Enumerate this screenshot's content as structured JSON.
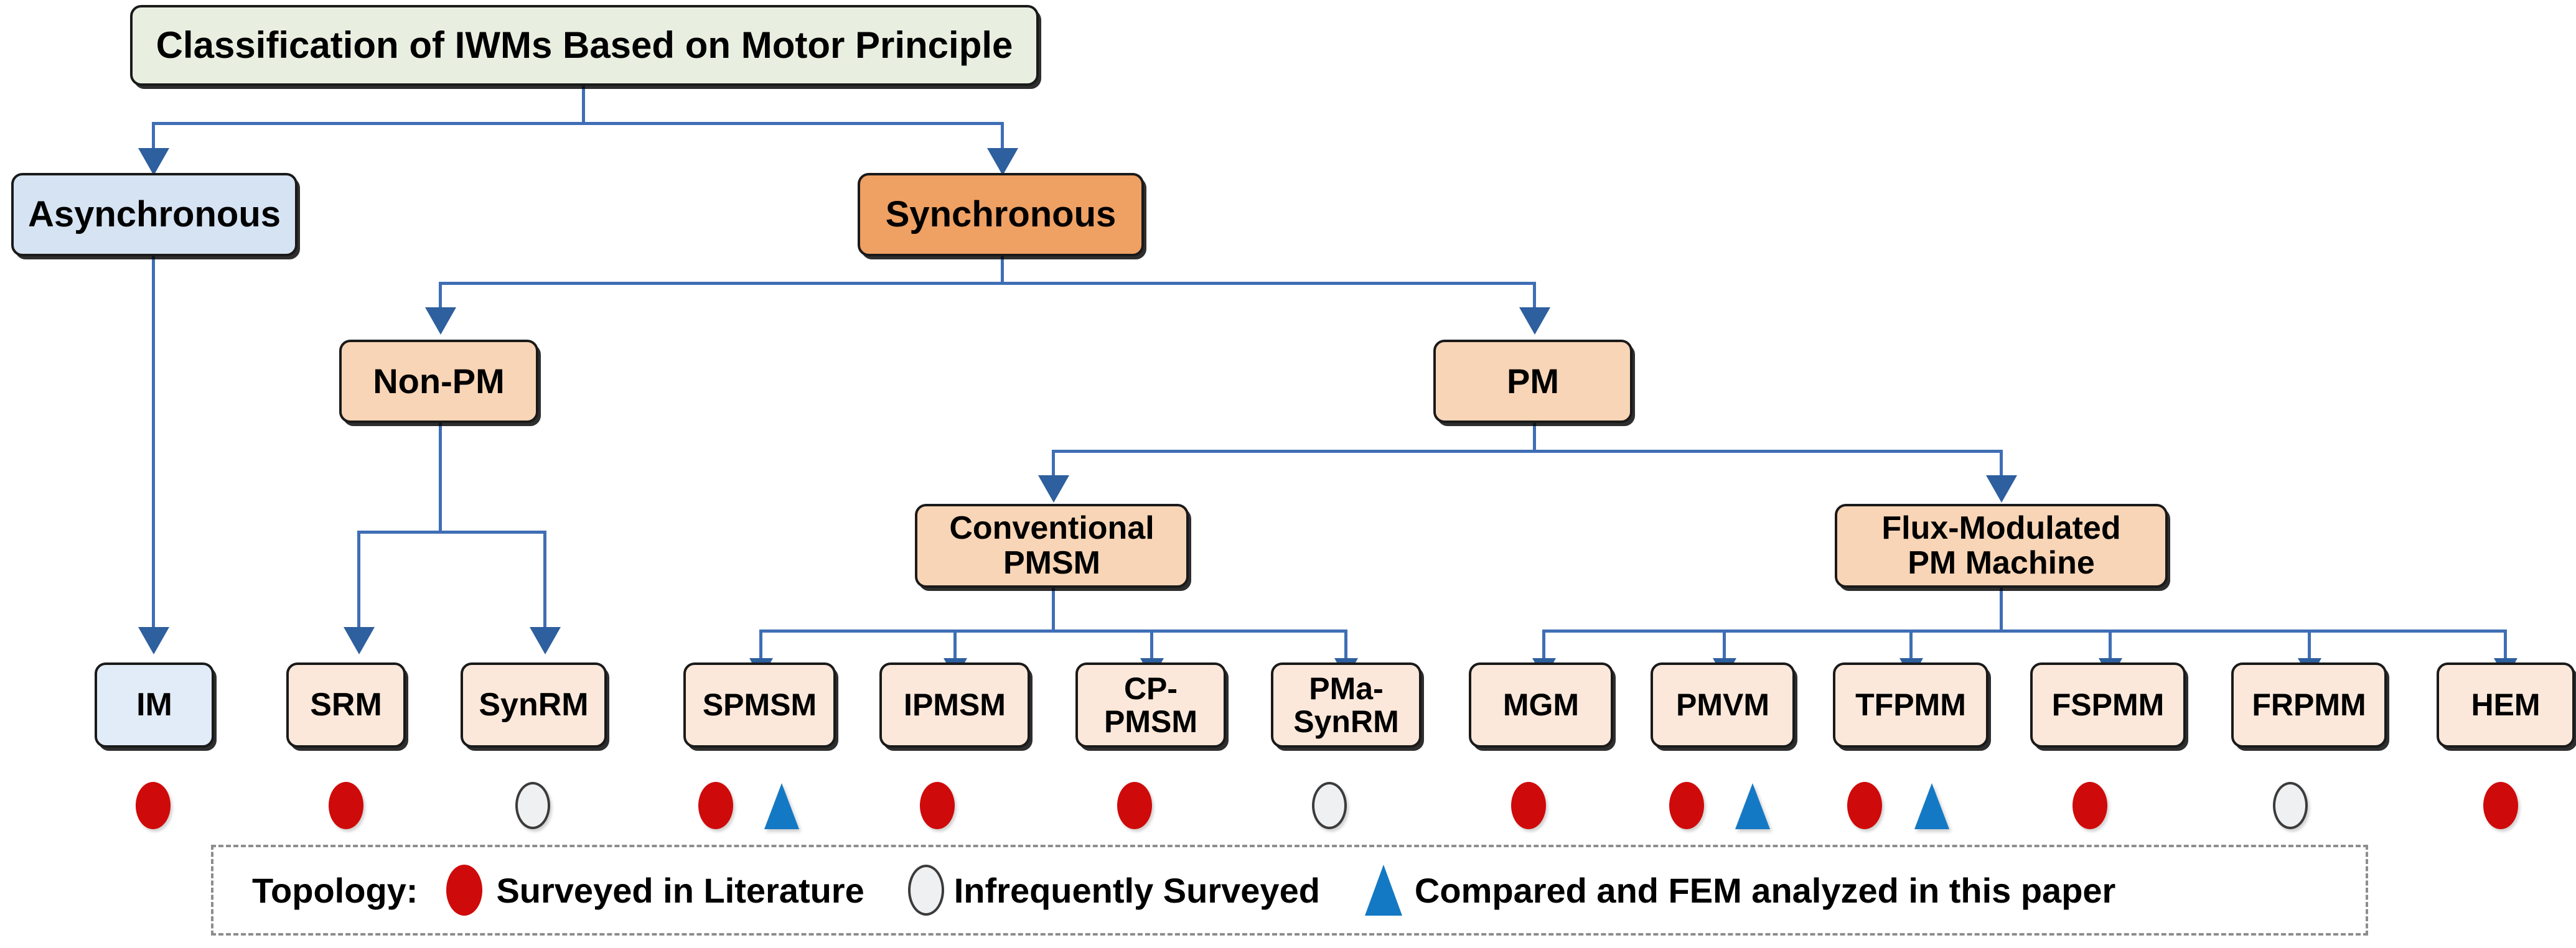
{
  "diagram": {
    "title": "Classification of IWMs Based on Motor Principle",
    "colors": {
      "title_fill": "#e8efe0",
      "asynchronous_fill": "#d5e3f3",
      "synchronous_fill": "#efa063",
      "branch_fill": "#f8d5b6",
      "leaf_fill": "#fbe8da",
      "leaf_blue_fill": "#e2ecf8",
      "connector": "#3f6eb5",
      "arrow": "#2e5f9e",
      "marker_red": "#cf0a0a",
      "marker_open": "#eff0f1",
      "marker_triangle": "#1479c4",
      "legend_border": "#8d8d8d"
    },
    "root": {
      "label": "Classification of IWMs Based on Motor Principle"
    },
    "level1": [
      {
        "label": "Asynchronous"
      },
      {
        "label": "Synchronous"
      }
    ],
    "level2": [
      {
        "label": "Non-PM"
      },
      {
        "label": "PM"
      }
    ],
    "level3": [
      {
        "label": "Conventional\nPMSM",
        "line1": "Conventional",
        "line2": "PMSM"
      },
      {
        "label": "Flux-Modulated\nPM Machine",
        "line1": "Flux-Modulated",
        "line2": "PM Machine"
      }
    ],
    "leaves": [
      {
        "label": "IM",
        "line1": "IM",
        "line2": "",
        "markers": [
          "red"
        ]
      },
      {
        "label": "SRM",
        "line1": "SRM",
        "line2": "",
        "markers": [
          "red"
        ]
      },
      {
        "label": "SynRM",
        "line1": "SynRM",
        "line2": "",
        "markers": [
          "open"
        ]
      },
      {
        "label": "SPMSM",
        "line1": "SPMSM",
        "line2": "",
        "markers": [
          "red",
          "triangle"
        ]
      },
      {
        "label": "IPMSM",
        "line1": "IPMSM",
        "line2": "",
        "markers": [
          "red"
        ]
      },
      {
        "label": "CP-PMSM",
        "line1": "CP-",
        "line2": "PMSM",
        "markers": [
          "red"
        ]
      },
      {
        "label": "PMa-SynRM",
        "line1": "PMa-",
        "line2": "SynRM",
        "markers": [
          "open"
        ]
      },
      {
        "label": "MGM",
        "line1": "MGM",
        "line2": "",
        "markers": [
          "red"
        ]
      },
      {
        "label": "PMVM",
        "line1": "PMVM",
        "line2": "",
        "markers": [
          "red",
          "triangle"
        ]
      },
      {
        "label": "TFPMM",
        "line1": "TFPMM",
        "line2": "",
        "markers": [
          "red",
          "triangle"
        ]
      },
      {
        "label": "FSPMM",
        "line1": "FSPMM",
        "line2": "",
        "markers": [
          "red"
        ]
      },
      {
        "label": "FRPMM",
        "line1": "FRPMM",
        "line2": "",
        "markers": [
          "open"
        ]
      },
      {
        "label": "HEM",
        "line1": "HEM",
        "line2": "",
        "markers": [
          "red"
        ]
      }
    ],
    "legend": {
      "title": "Topology:",
      "entries": [
        {
          "marker": "red",
          "label": "Surveyed in Literature"
        },
        {
          "marker": "open",
          "label": "Infrequently Surveyed"
        },
        {
          "marker": "triangle",
          "label": "Compared and FEM analyzed in this paper"
        }
      ]
    }
  }
}
